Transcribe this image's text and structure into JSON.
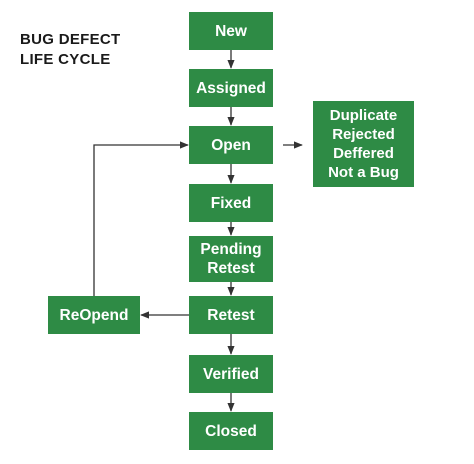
{
  "title": {
    "line1": "BUG DEFECT",
    "line2": "LIFE CYCLE"
  },
  "colors": {
    "node_fill": "#2e8b45",
    "node_text": "#ffffff",
    "arrow": "#333333",
    "title_text": "#1a1a1a"
  },
  "nodes": {
    "new": "New",
    "assigned": "Assigned",
    "open": "Open",
    "fixed": "Fixed",
    "pending": {
      "line1": "Pending",
      "line2": "Retest"
    },
    "retest": "Retest",
    "verified": "Verified",
    "closed": "Closed",
    "reopend": "ReOpend",
    "side": {
      "line1": "Duplicate",
      "line2": "Rejected",
      "line3": "Deffered",
      "line4": "Not a Bug"
    }
  },
  "edges": [
    [
      "new",
      "assigned"
    ],
    [
      "assigned",
      "open"
    ],
    [
      "open",
      "fixed"
    ],
    [
      "fixed",
      "pending"
    ],
    [
      "pending",
      "retest"
    ],
    [
      "retest",
      "verified"
    ],
    [
      "verified",
      "closed"
    ],
    [
      "retest",
      "reopend"
    ],
    [
      "reopend",
      "open"
    ],
    [
      "open",
      "side"
    ]
  ]
}
